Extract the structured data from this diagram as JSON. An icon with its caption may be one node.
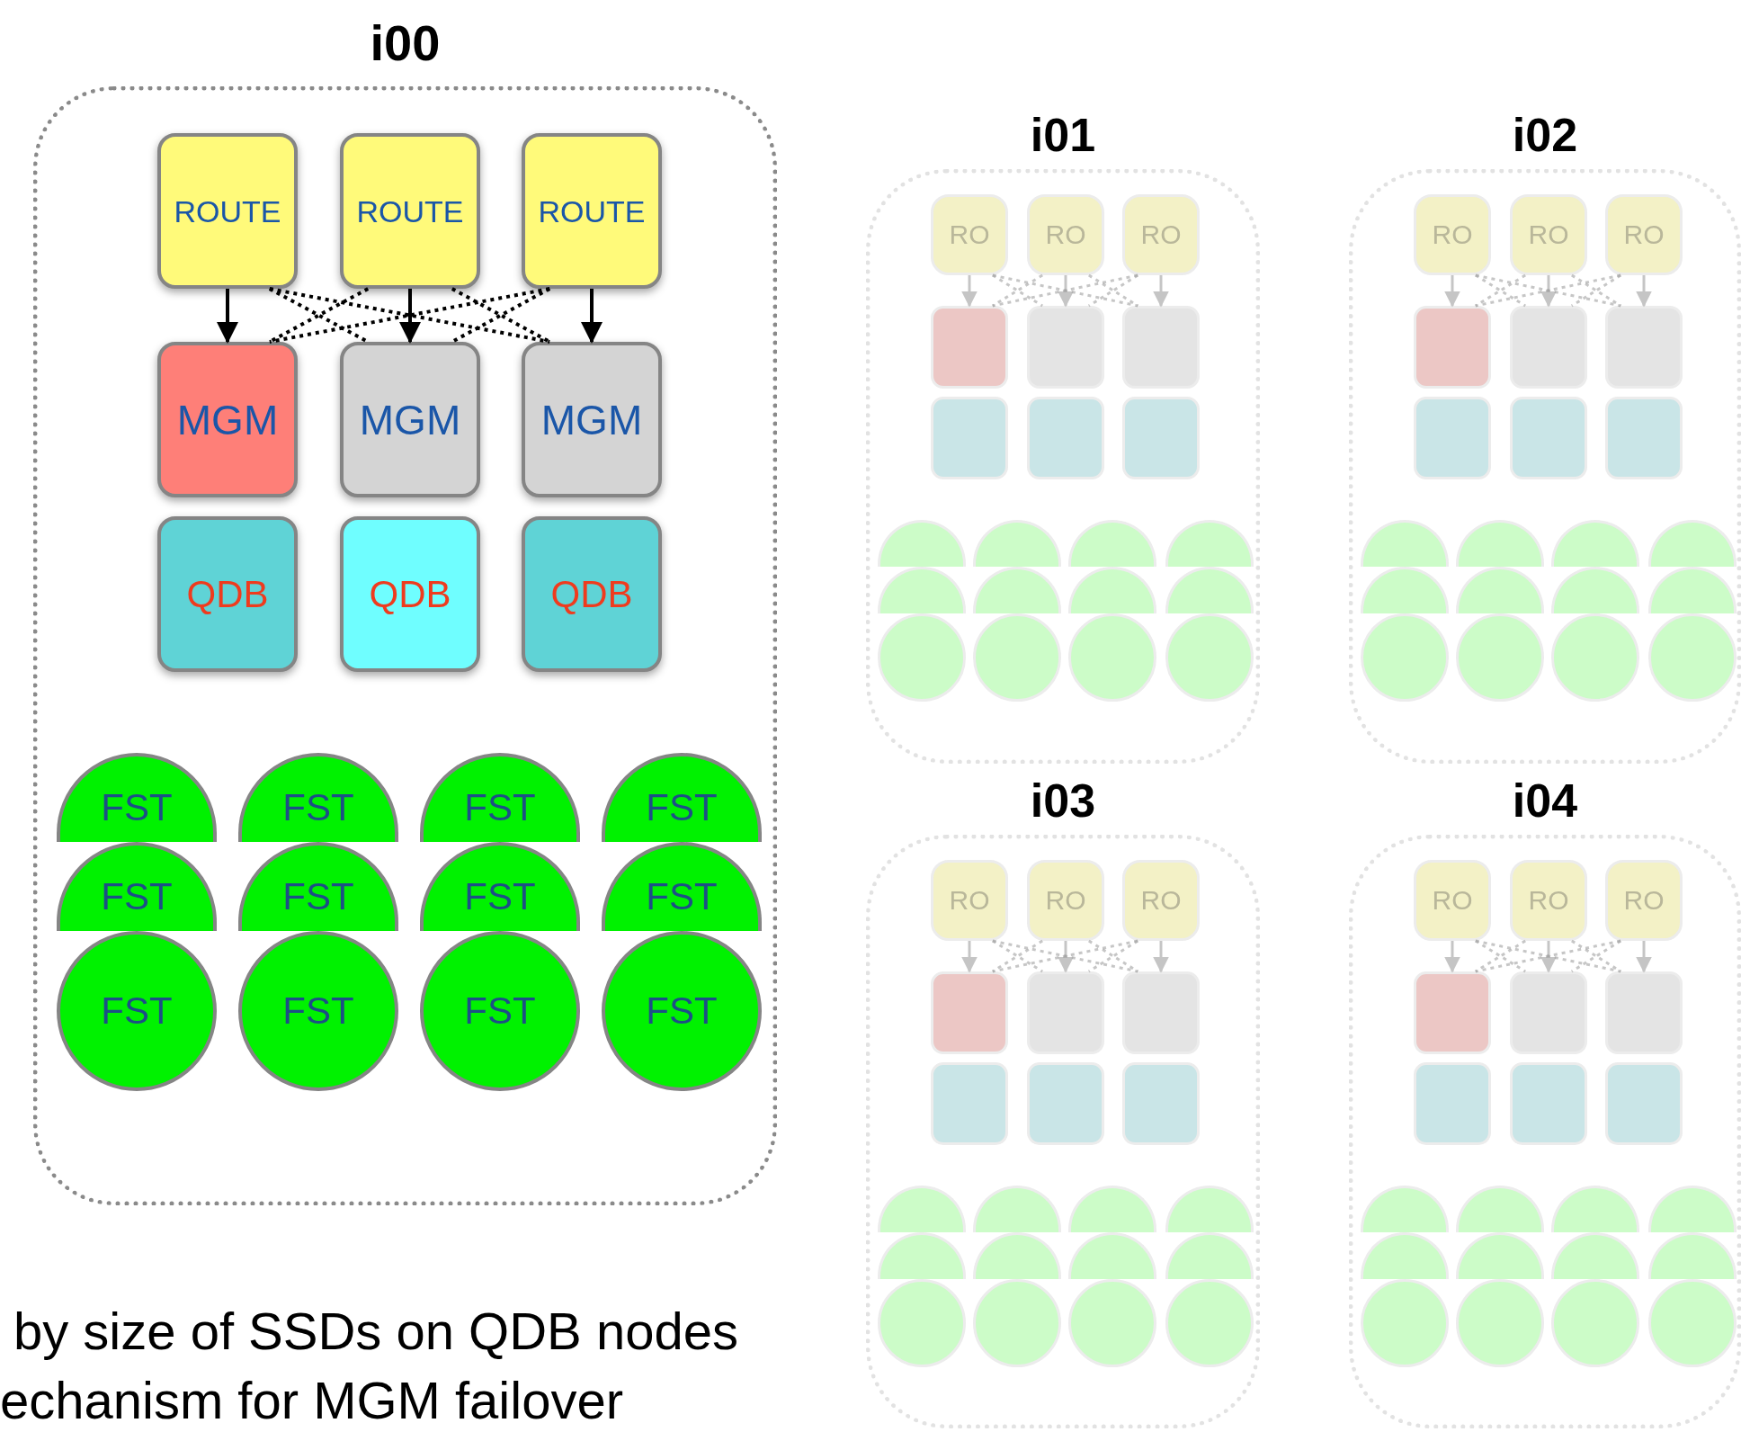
{
  "diagram": {
    "nodes": [
      {
        "text": [
          "i00"
        ]
      },
      {
        "text": [
          "ROUTE"
        ],
        "in": 0
      },
      {
        "text": [
          "ROUTE"
        ],
        "in": 0
      },
      {
        "text": [
          "ROUTE"
        ],
        "in": 0
      },
      {
        "text": [
          "MGM"
        ],
        "in": 0
      },
      {
        "text": [
          "MGM"
        ],
        "in": 0
      },
      {
        "text": [
          "MGM"
        ],
        "in": 0
      },
      {
        "text": [
          "QDB"
        ],
        "in": 0
      },
      {
        "text": [
          "QDB"
        ],
        "in": 0
      },
      {
        "text": [
          "QDB"
        ],
        "in": 0
      },
      {
        "text": [
          "FST"
        ],
        "in": 0
      },
      {
        "text": [
          "FST"
        ],
        "in": 0
      },
      {
        "text": [
          "FST"
        ],
        "in": 0
      },
      {
        "text": [
          "FST"
        ],
        "in": 0
      },
      {
        "text": [
          "FST"
        ],
        "in": 0
      },
      {
        "text": [
          "FST"
        ],
        "in": 0
      },
      {
        "text": [
          "FST"
        ],
        "in": 0
      },
      {
        "text": [
          "FST"
        ],
        "in": 0
      },
      {
        "text": [
          "FST"
        ],
        "in": 0
      },
      {
        "text": [
          "FST"
        ],
        "in": 0
      },
      {
        "text": [
          "FST"
        ],
        "in": 0
      },
      {
        "text": [
          "FST"
        ],
        "in": 0
      },
      {
        "text": [
          "i01"
        ]
      },
      {
        "text": [
          "RO"
        ],
        "in": 22
      },
      {
        "text": [
          "RO"
        ],
        "in": 22
      },
      {
        "text": [
          "RO"
        ],
        "in": 22
      },
      {
        "text": [],
        "shape": "box",
        "in": 22
      },
      {
        "text": [],
        "shape": "box",
        "in": 22
      },
      {
        "text": [],
        "shape": "box",
        "in": 22
      },
      {
        "text": [],
        "shape": "box",
        "in": 22
      },
      {
        "text": [],
        "shape": "box",
        "in": 22
      },
      {
        "text": [],
        "shape": "box",
        "in": 22
      },
      {
        "text": [],
        "shape": "circle",
        "in": 22
      },
      {
        "text": [],
        "shape": "circle",
        "in": 22
      },
      {
        "text": [],
        "shape": "circle",
        "in": 22
      },
      {
        "text": [],
        "shape": "circle",
        "in": 22
      },
      {
        "text": [],
        "shape": "circle",
        "in": 22
      },
      {
        "text": [],
        "shape": "circle",
        "in": 22
      },
      {
        "text": [],
        "shape": "circle",
        "in": 22
      },
      {
        "text": [],
        "shape": "circle",
        "in": 22
      },
      {
        "text": [],
        "shape": "circle",
        "in": 22
      },
      {
        "text": [],
        "shape": "circle",
        "in": 22
      },
      {
        "text": [],
        "shape": "circle",
        "in": 22
      },
      {
        "text": [],
        "shape": "circle",
        "in": 22
      },
      {
        "text": [
          "i02"
        ]
      },
      {
        "text": [
          "RO"
        ],
        "in": 44
      },
      {
        "text": [
          "RO"
        ],
        "in": 44
      },
      {
        "text": [
          "RO"
        ],
        "in": 44
      },
      {
        "text": [],
        "shape": "box",
        "in": 44
      },
      {
        "text": [],
        "shape": "box",
        "in": 44
      },
      {
        "text": [],
        "shape": "box",
        "in": 44
      },
      {
        "text": [],
        "shape": "box",
        "in": 44
      },
      {
        "text": [],
        "shape": "box",
        "in": 44
      },
      {
        "text": [],
        "shape": "box",
        "in": 44
      },
      {
        "text": [],
        "shape": "circle",
        "in": 44
      },
      {
        "text": [],
        "shape": "circle",
        "in": 44
      },
      {
        "text": [],
        "shape": "circle",
        "in": 44
      },
      {
        "text": [],
        "shape": "circle",
        "in": 44
      },
      {
        "text": [],
        "shape": "circle",
        "in": 44
      },
      {
        "text": [],
        "shape": "circle",
        "in": 44
      },
      {
        "text": [],
        "shape": "circle",
        "in": 44
      },
      {
        "text": [],
        "shape": "circle",
        "in": 44
      },
      {
        "text": [],
        "shape": "circle",
        "in": 44
      },
      {
        "text": [],
        "shape": "circle",
        "in": 44
      },
      {
        "text": [],
        "shape": "circle",
        "in": 44
      },
      {
        "text": [],
        "shape": "circle",
        "in": 44
      },
      {
        "text": [
          "i03"
        ]
      },
      {
        "text": [
          "RO"
        ],
        "in": 66
      },
      {
        "text": [
          "RO"
        ],
        "in": 66
      },
      {
        "text": [
          "RO"
        ],
        "in": 66
      },
      {
        "text": [],
        "shape": "box",
        "in": 66
      },
      {
        "text": [],
        "shape": "box",
        "in": 66
      },
      {
        "text": [],
        "shape": "box",
        "in": 66
      },
      {
        "text": [],
        "shape": "box",
        "in": 66
      },
      {
        "text": [],
        "shape": "box",
        "in": 66
      },
      {
        "text": [],
        "shape": "box",
        "in": 66
      },
      {
        "text": [],
        "shape": "circle",
        "in": 66
      },
      {
        "text": [],
        "shape": "circle",
        "in": 66
      },
      {
        "text": [],
        "shape": "circle",
        "in": 66
      },
      {
        "text": [],
        "shape": "circle",
        "in": 66
      },
      {
        "text": [],
        "shape": "circle",
        "in": 66
      },
      {
        "text": [],
        "shape": "circle",
        "in": 66
      },
      {
        "text": [],
        "shape": "circle",
        "in": 66
      },
      {
        "text": [],
        "shape": "circle",
        "in": 66
      },
      {
        "text": [],
        "shape": "circle",
        "in": 66
      },
      {
        "text": [],
        "shape": "circle",
        "in": 66
      },
      {
        "text": [],
        "shape": "circle",
        "in": 66
      },
      {
        "text": [],
        "shape": "circle",
        "in": 66
      },
      {
        "text": [
          "i04"
        ]
      },
      {
        "text": [
          "RO"
        ],
        "in": 88
      },
      {
        "text": [
          "RO"
        ],
        "in": 88
      },
      {
        "text": [
          "RO"
        ],
        "in": 88
      },
      {
        "text": [],
        "shape": "box",
        "in": 88
      },
      {
        "text": [],
        "shape": "box",
        "in": 88
      },
      {
        "text": [],
        "shape": "box",
        "in": 88
      },
      {
        "text": [],
        "shape": "box",
        "in": 88
      },
      {
        "text": [],
        "shape": "box",
        "in": 88
      },
      {
        "text": [],
        "shape": "box",
        "in": 88
      },
      {
        "text": [],
        "shape": "circle",
        "in": 88
      },
      {
        "text": [],
        "shape": "circle",
        "in": 88
      },
      {
        "text": [],
        "shape": "circle",
        "in": 88
      },
      {
        "text": [],
        "shape": "circle",
        "in": 88
      },
      {
        "text": [],
        "shape": "circle",
        "in": 88
      },
      {
        "text": [],
        "shape": "circle",
        "in": 88
      },
      {
        "text": [],
        "shape": "circle",
        "in": 88
      },
      {
        "text": [],
        "shape": "circle",
        "in": 88
      },
      {
        "text": [],
        "shape": "circle",
        "in": 88
      },
      {
        "text": [],
        "shape": "circle",
        "in": 88
      },
      {
        "text": [],
        "shape": "circle",
        "in": 88
      },
      {
        "text": [],
        "shape": "circle",
        "in": 88
      }
    ],
    "edges": [
      {
        "from": 1,
        "to": 4,
        "arrow": "to",
        "color": "#000000"
      },
      {
        "from": 2,
        "to": 5,
        "arrow": "to",
        "color": "#000000"
      },
      {
        "from": 3,
        "to": 6,
        "arrow": "to",
        "color": "#000000"
      },
      {
        "from": 1,
        "to": 5,
        "arrow": "none",
        "style": "dashed",
        "color": "#000000"
      },
      {
        "from": 1,
        "to": 6,
        "arrow": "none",
        "style": "dashed",
        "color": "#000000"
      },
      {
        "from": 2,
        "to": 4,
        "arrow": "none",
        "style": "dashed",
        "color": "#000000"
      },
      {
        "from": 2,
        "to": 6,
        "arrow": "none",
        "style": "dashed",
        "color": "#000000"
      },
      {
        "from": 3,
        "to": 4,
        "arrow": "none",
        "style": "dashed",
        "color": "#000000"
      },
      {
        "from": 3,
        "to": 5,
        "arrow": "none",
        "style": "dashed",
        "color": "#000000"
      },
      {
        "from": 23,
        "to": 26,
        "arrow": "to"
      },
      {
        "from": 24,
        "to": 27,
        "arrow": "to"
      },
      {
        "from": 25,
        "to": 28,
        "arrow": "to"
      },
      {
        "from": 23,
        "to": 27,
        "arrow": "none",
        "style": "dashed"
      },
      {
        "from": 23,
        "to": 28,
        "arrow": "none",
        "style": "dashed"
      },
      {
        "from": 24,
        "to": 26,
        "arrow": "none",
        "style": "dashed"
      },
      {
        "from": 24,
        "to": 28,
        "arrow": "none",
        "style": "dashed"
      },
      {
        "from": 25,
        "to": 26,
        "arrow": "none",
        "style": "dashed"
      },
      {
        "from": 25,
        "to": 27,
        "arrow": "none",
        "style": "dashed"
      },
      {
        "from": 45,
        "to": 48,
        "arrow": "to"
      },
      {
        "from": 46,
        "to": 49,
        "arrow": "to"
      },
      {
        "from": 47,
        "to": 50,
        "arrow": "to"
      },
      {
        "from": 45,
        "to": 49,
        "arrow": "none",
        "style": "dashed"
      },
      {
        "from": 45,
        "to": 50,
        "arrow": "none",
        "style": "dashed"
      },
      {
        "from": 46,
        "to": 48,
        "arrow": "none",
        "style": "dashed"
      },
      {
        "from": 46,
        "to": 50,
        "arrow": "none",
        "style": "dashed"
      },
      {
        "from": 47,
        "to": 48,
        "arrow": "none",
        "style": "dashed"
      },
      {
        "from": 47,
        "to": 49,
        "arrow": "none",
        "style": "dashed"
      },
      {
        "from": 67,
        "to": 70,
        "arrow": "to"
      },
      {
        "from": 68,
        "to": 71,
        "arrow": "to"
      },
      {
        "from": 69,
        "to": 72,
        "arrow": "to"
      },
      {
        "from": 67,
        "to": 71,
        "arrow": "none",
        "style": "dashed"
      },
      {
        "from": 67,
        "to": 72,
        "arrow": "none",
        "style": "dashed"
      },
      {
        "from": 68,
        "to": 70,
        "arrow": "none",
        "style": "dashed"
      },
      {
        "from": 68,
        "to": 72,
        "arrow": "none",
        "style": "dashed"
      },
      {
        "from": 69,
        "to": 70,
        "arrow": "none",
        "style": "dashed"
      },
      {
        "from": 69,
        "to": 71,
        "arrow": "none",
        "style": "dashed"
      },
      {
        "from": 89,
        "to": 92,
        "arrow": "to"
      },
      {
        "from": 90,
        "to": 93,
        "arrow": "to"
      },
      {
        "from": 91,
        "to": 94,
        "arrow": "to"
      },
      {
        "from": 89,
        "to": 93,
        "arrow": "none",
        "style": "dashed"
      },
      {
        "from": 89,
        "to": 94,
        "arrow": "none",
        "style": "dashed"
      },
      {
        "from": 90,
        "to": 92,
        "arrow": "none",
        "style": "dashed"
      },
      {
        "from": 90,
        "to": 94,
        "arrow": "none",
        "style": "dashed"
      },
      {
        "from": 91,
        "to": 92,
        "arrow": "none",
        "style": "dashed"
      },
      {
        "from": 91,
        "to": 93,
        "arrow": "none",
        "style": "dashed"
      }
    ],
    "labels": [
      "by size of SSDs on QDB nodes",
      "echanism for MGM failover"
    ]
  }
}
